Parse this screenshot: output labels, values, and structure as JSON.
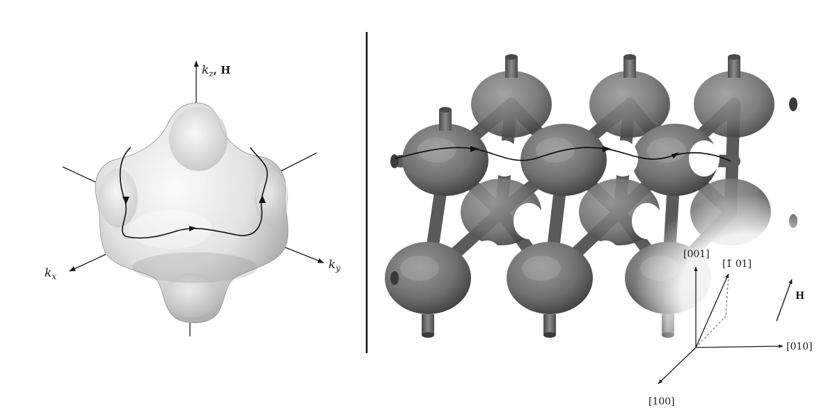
{
  "left_panel": {
    "axis_kz": "k",
    "axis_kz_sub": "z",
    "axis_kz_suffix": ", H",
    "axis_kx": "k",
    "axis_kx_sub": "x",
    "axis_ky": "k",
    "axis_ky_sub": "y"
  },
  "right_panel": {
    "dir_001": "[001]",
    "dir_bar101": "[1̄ 01]",
    "dir_010": "[010]",
    "dir_100": "[100]",
    "field_label": "H"
  },
  "colors": {
    "surface_light": "#f2f2f2",
    "surface_shade": "#9a9a9a",
    "network": "#6f6f6f",
    "network_dark": "#3c3c3c",
    "ink": "#1a1a1a"
  }
}
